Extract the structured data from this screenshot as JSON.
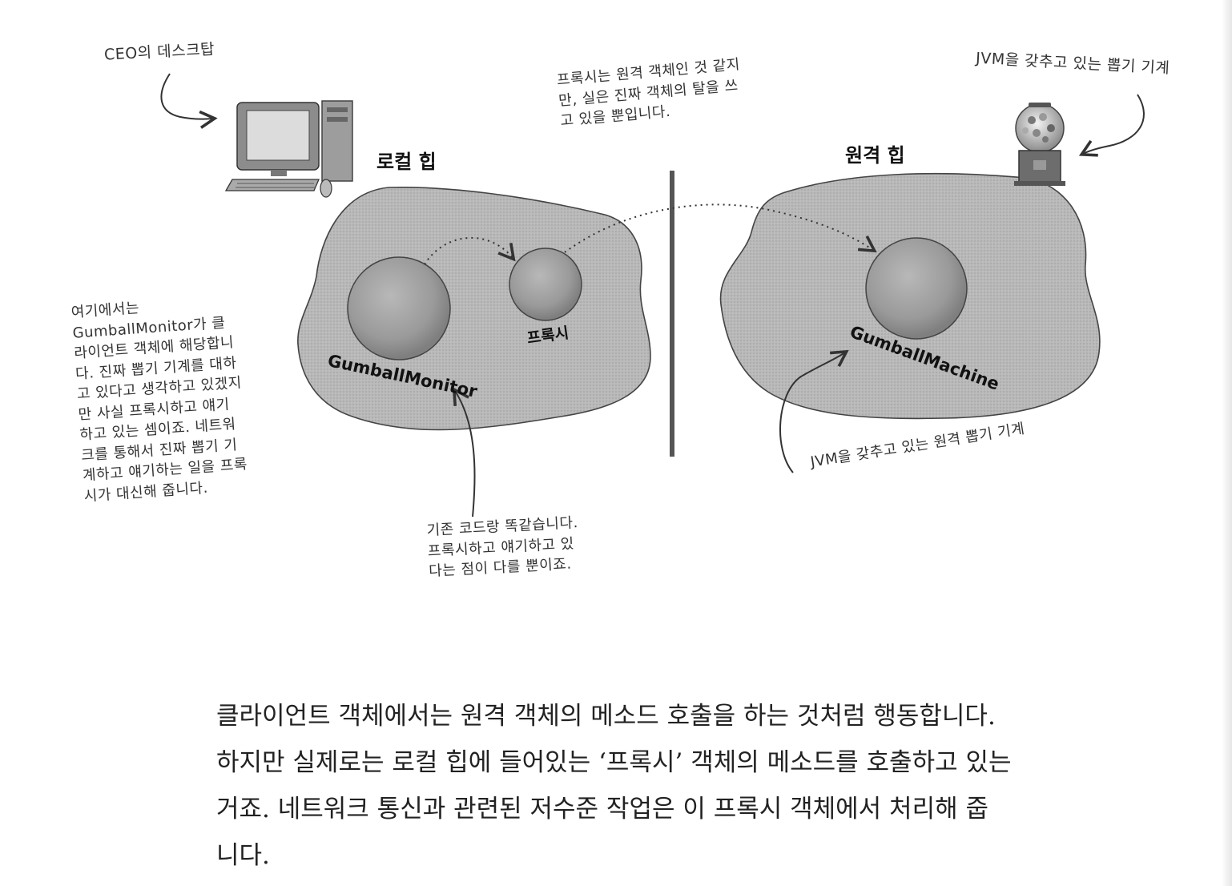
{
  "annotations": {
    "ceo_desktop": "CEO의 데스크탑",
    "proxy_note": [
      "프록시는 원격 객체인 것 같지",
      "만, 실은 진짜 객체의 탈을 쓰",
      "고 있을 뿐입니다."
    ],
    "jvm_machine_top": "JVM을 갖추고 있는 뽑기 기계",
    "client_note": [
      "여기에서는",
      "GumballMonitor가 클",
      "라이언트 객체에 해당합니",
      "다. 진짜 뽑기 기계를 대하",
      "고 있다고 생각하고 있겠지",
      "만 사실 프록시하고 얘기",
      "하고 있는 셈이죠. 네트워",
      "크를 통해서 진짜 뽑기 기",
      "계하고 얘기하는 일을 프록",
      "시가 대신해 줍니다."
    ],
    "code_note": [
      "기존 코드랑 똑같습니다.",
      "프록시하고 얘기하고 있",
      "다는 점이 다를 뿐이죠."
    ],
    "jvm_machine_bottom": "JVM을 갖추고 있는 원격 뽑기 기계"
  },
  "heaps": {
    "local_label": "로컬 힙",
    "remote_label": "원격 힙"
  },
  "objects": {
    "gumball_monitor": "GumballMonitor",
    "proxy": "프록시",
    "gumball_machine": "GumballMachine"
  },
  "body": {
    "paragraph": [
      "클라이언트 객체에서는 원격 객체의 메소드 호출을 하는 것처럼 행동합니다.",
      "하지만 실제로는 로컬 힙에 들어있는 ‘프록시’ 객체의 메소드를 호출하고 있는",
      "거죠. 네트워크 통신과 관련된 저수준 작업은 이 프록시 객체에서 처리해 줍",
      "니다."
    ]
  }
}
